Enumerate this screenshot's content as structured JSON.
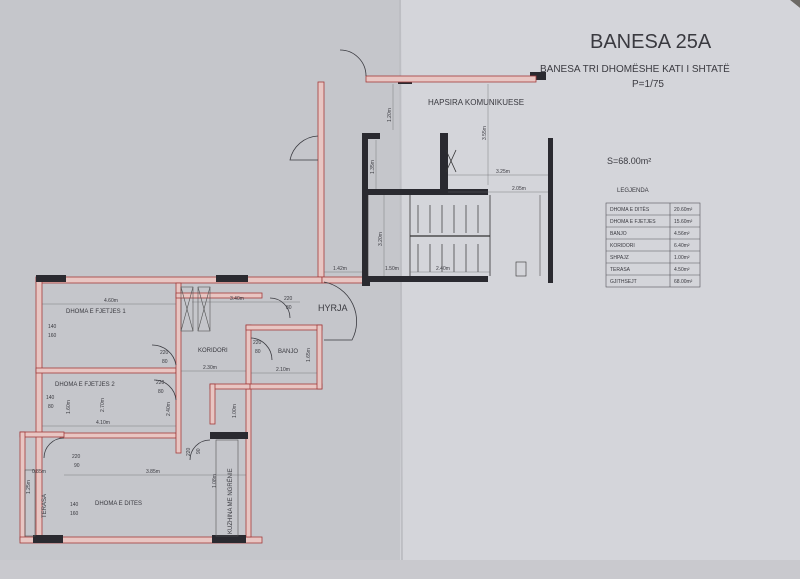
{
  "header": {
    "title": "BANESA 25A",
    "subtitle": "BANESA TRI DHOMËSHE KATI I SHTATË",
    "scale": "P=1/75"
  },
  "area_total": "S=68.00m²",
  "legend": {
    "title": "LEGJENDA",
    "rows": [
      {
        "name": "DHOMA E DITËS",
        "value": "20.60m²"
      },
      {
        "name": "DHOMA E FJETJES",
        "value": "15.60m²"
      },
      {
        "name": "BANJO",
        "value": "4.56m²"
      },
      {
        "name": "KORIDORI",
        "value": "6.40m²"
      },
      {
        "name": "SHPAJZ",
        "value": "1.00m²"
      },
      {
        "name": "TERASA",
        "value": "4.50m²"
      },
      {
        "name": "GJITHSEJT",
        "value": "68.00m²"
      }
    ]
  },
  "rooms": {
    "hapsira": "HAPSIRA KOMUNIKUESE",
    "hyrja": "HYRJA",
    "bedroom1": "DHOMA E FJETJES 1",
    "bedroom2": "DHOMA E FJETJES 2",
    "koridori": "KORIDORI",
    "banjo": "BANJO",
    "living": "DHOMA E DITES",
    "kitchen": "KUZHINA ME NGRËNIE",
    "terasa": "TERASA"
  },
  "dimensions": {
    "d_460": "4.60m",
    "d_340": "3.40m",
    "d_230": "2.30m",
    "d_210": "2.10m",
    "d_410": "4.10m",
    "d_385": "3.85m",
    "d_325": "3.25m",
    "d_205": "2.05m",
    "d_240": "2.40m",
    "d_142": "1.42m",
    "d_150": "1.50m",
    "d_120": "1.20m",
    "d_135": "1.35m",
    "d_355": "3.55m",
    "d_320": "3.20m",
    "d_160": "1.60m",
    "d_270": "2.70m",
    "d_240v": "2.40m",
    "d_100": "1.00m",
    "d_165": "1.65m",
    "d_125": "1.25m",
    "d_085": "0.85m",
    "d_108": "1.08m"
  },
  "door_marks": {
    "a": "220",
    "b": "80",
    "window_a": "140",
    "window_b": "160",
    "window_c": "140",
    "window_d": "80",
    "door_e": "220",
    "door_f": "90"
  }
}
